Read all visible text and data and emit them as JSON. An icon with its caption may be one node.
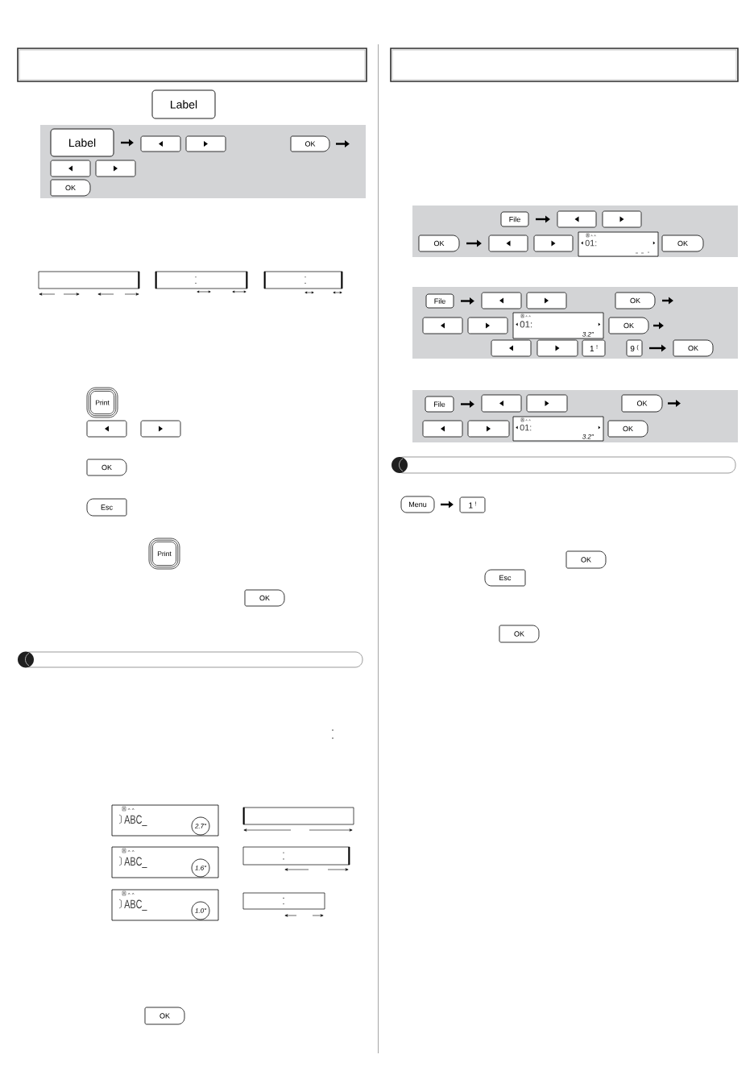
{
  "diagram": {
    "nodes": [
      {
        "text": [
          "Label"
        ]
      },
      {
        "text": [],
        "shape": "box"
      },
      {
        "text": [
          "Label"
        ],
        "in": 1
      },
      {
        "text": [],
        "shape": "box",
        "in": 1
      },
      {
        "text": [],
        "shape": "box",
        "in": 1
      },
      {
        "text": [
          "OK"
        ],
        "in": 1
      },
      {
        "text": [],
        "shape": "box",
        "in": 1
      },
      {
        "text": [],
        "shape": "box",
        "in": 1
      },
      {
        "text": [
          "OK"
        ],
        "in": 1
      },
      {
        "text": [
          "Print"
        ]
      },
      {
        "text": [],
        "shape": "box"
      },
      {
        "text": [],
        "shape": "box"
      },
      {
        "text": [
          "OK"
        ]
      },
      {
        "text": [
          "Esc"
        ]
      },
      {
        "text": [
          "Print"
        ]
      },
      {
        "text": [
          "OK"
        ]
      },
      {
        "text": [
          "ABC_"
        ]
      },
      {
        "text": [
          "2.7\""
        ],
        "in": 16
      },
      {
        "text": [
          "ABC_"
        ]
      },
      {
        "text": [
          "1.6\""
        ],
        "in": 18
      },
      {
        "text": [
          "ABC_"
        ]
      },
      {
        "text": [
          "1.0\""
        ],
        "in": 20
      },
      {
        "text": [
          "OK"
        ]
      },
      {
        "text": [],
        "shape": "box"
      },
      {
        "text": [
          "File"
        ],
        "in": 23
      },
      {
        "text": [],
        "shape": "box",
        "in": 23
      },
      {
        "text": [],
        "shape": "box",
        "in": 23
      },
      {
        "text": [
          "OK"
        ],
        "in": 23
      },
      {
        "text": [],
        "shape": "box",
        "in": 23
      },
      {
        "text": [],
        "shape": "box",
        "in": 23
      },
      {
        "text": [
          "01:"
        ],
        "in": 23
      },
      {
        "text": [
          "OK"
        ],
        "in": 23
      },
      {
        "text": [],
        "shape": "box"
      },
      {
        "text": [
          "File"
        ],
        "in": 32
      },
      {
        "text": [],
        "shape": "box",
        "in": 32
      },
      {
        "text": [],
        "shape": "box",
        "in": 32
      },
      {
        "text": [
          "OK"
        ],
        "in": 32
      },
      {
        "text": [],
        "shape": "box",
        "in": 32
      },
      {
        "text": [],
        "shape": "box",
        "in": 32
      },
      {
        "text": [
          "01:",
          "3.2\""
        ],
        "in": 32
      },
      {
        "text": [
          "OK"
        ],
        "in": 32
      },
      {
        "text": [],
        "shape": "box",
        "in": 32
      },
      {
        "text": [],
        "shape": "box",
        "in": 32
      },
      {
        "text": [
          "1",
          "!"
        ],
        "in": 32
      },
      {
        "text": [
          "9",
          "("
        ],
        "in": 32
      },
      {
        "text": [
          "OK"
        ],
        "in": 32
      },
      {
        "text": [],
        "shape": "box"
      },
      {
        "text": [
          "File"
        ],
        "in": 46
      },
      {
        "text": [],
        "shape": "box",
        "in": 46
      },
      {
        "text": [],
        "shape": "box",
        "in": 46
      },
      {
        "text": [
          "OK"
        ],
        "in": 46
      },
      {
        "text": [],
        "shape": "box",
        "in": 46
      },
      {
        "text": [],
        "shape": "box",
        "in": 46
      },
      {
        "text": [
          "01:",
          "3.2\""
        ],
        "in": 46
      },
      {
        "text": [
          "OK"
        ],
        "in": 46
      },
      {
        "text": [
          "Menu"
        ]
      },
      {
        "text": [
          "1",
          "!"
        ]
      },
      {
        "text": [
          "OK"
        ]
      },
      {
        "text": [
          "Esc"
        ]
      },
      {
        "text": [
          "OK"
        ]
      }
    ],
    "edges": [
      {
        "from": 2,
        "to": 3,
        "arrow": "to"
      },
      {
        "from": 5,
        "to": null,
        "arrow": "to"
      },
      {
        "from": 24,
        "to": 25,
        "arrow": "to"
      },
      {
        "from": 27,
        "to": 28,
        "arrow": "to"
      },
      {
        "from": 33,
        "to": 34,
        "arrow": "to"
      },
      {
        "from": 36,
        "to": null,
        "arrow": "to"
      },
      {
        "from": 40,
        "to": null,
        "arrow": "to"
      },
      {
        "from": 44,
        "to": 45,
        "arrow": "to"
      },
      {
        "from": 47,
        "to": 48,
        "arrow": "to"
      },
      {
        "from": 50,
        "to": null,
        "arrow": "to"
      },
      {
        "from": 55,
        "to": 56,
        "arrow": "to"
      }
    ]
  }
}
